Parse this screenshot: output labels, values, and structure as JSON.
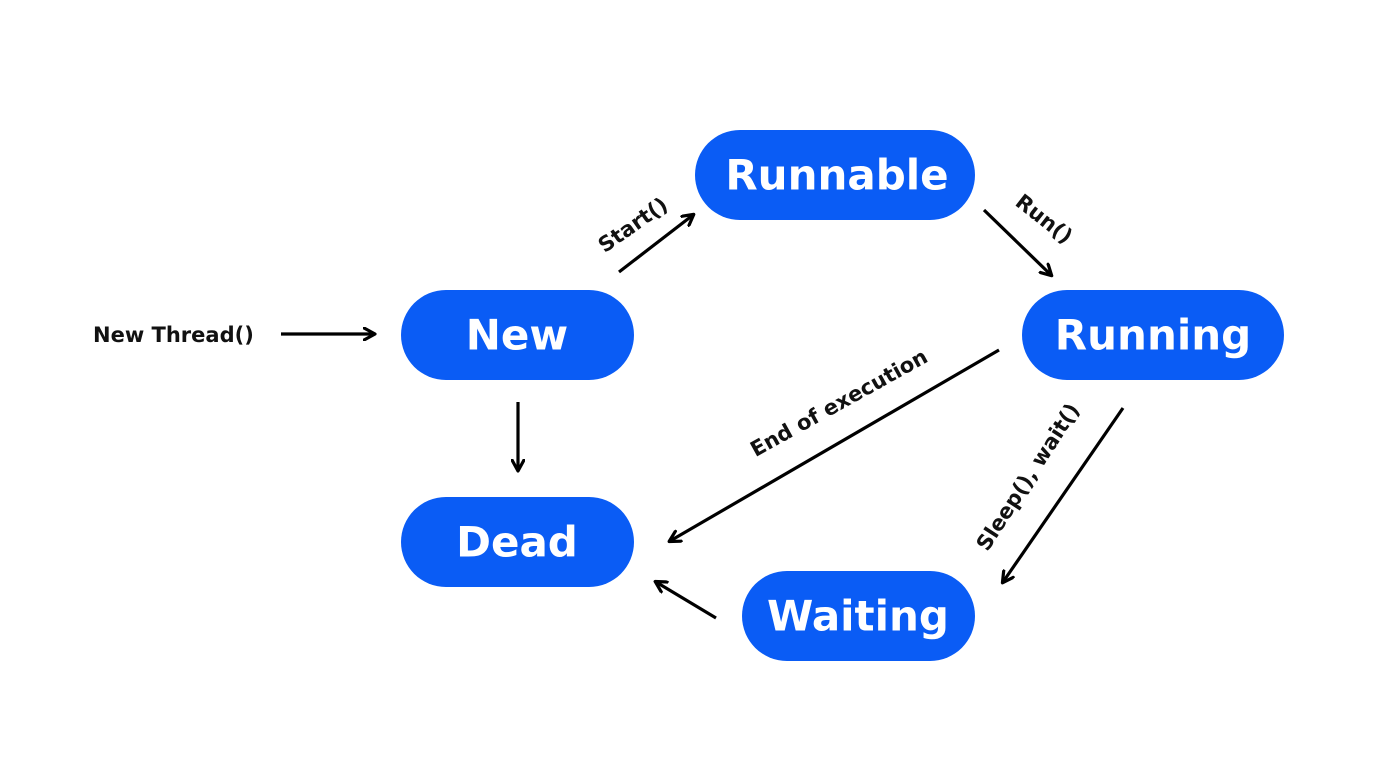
{
  "colors": {
    "state_fill": "#0a5cf5",
    "state_text": "#ffffff",
    "arrow": "#000000",
    "label_text": "#111111",
    "background": "#ffffff"
  },
  "states": {
    "new": "New",
    "runnable": "Runnable",
    "running": "Running",
    "dead": "Dead",
    "waiting": "Waiting"
  },
  "transitions": {
    "new_thread": "New Thread()",
    "start": "Start()",
    "run": "Run()",
    "end_of_execution": "End of execution",
    "sleep_wait": "Sleep(), wait()"
  }
}
